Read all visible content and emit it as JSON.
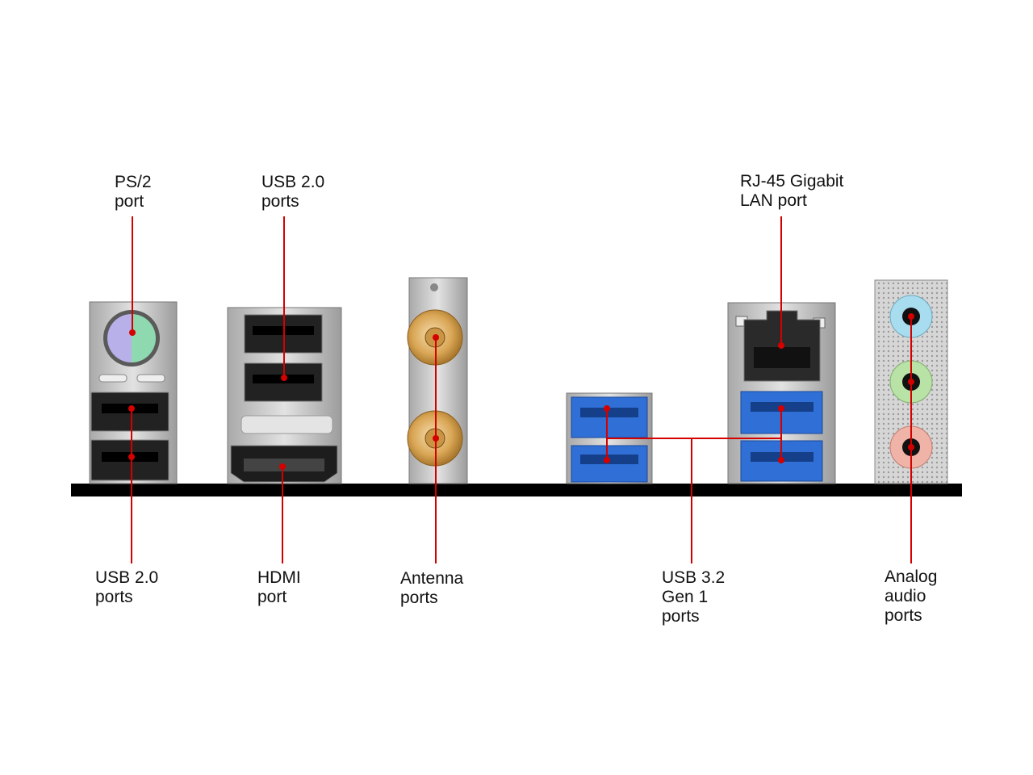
{
  "labels": {
    "ps2": [
      "PS/2",
      "port"
    ],
    "usb20_top": [
      "USB 2.0",
      "ports"
    ],
    "rj45": [
      "RJ-45 Gigabit",
      "LAN port"
    ],
    "usb20_bottom": [
      "USB 2.0",
      "ports"
    ],
    "hdmi": [
      "HDMI",
      "port"
    ],
    "antenna": [
      "Antenna",
      "ports"
    ],
    "usb32": [
      "USB 3.2",
      "Gen 1",
      "ports"
    ],
    "audio": [
      "Analog",
      "audio",
      "ports"
    ]
  },
  "colors": {
    "callout": "#d40000",
    "board": "#000000",
    "metal": "#c9c9c9",
    "usb3_blue": "#2f6fd6",
    "ps2_mouse": "#b8b0e8",
    "ps2_keyboard": "#8fd9b0",
    "antenna_gold": "#d9a655",
    "audio_line_in": "#a8dcef",
    "audio_line_out": "#b9e3a6",
    "audio_mic": "#f0b3a8"
  }
}
